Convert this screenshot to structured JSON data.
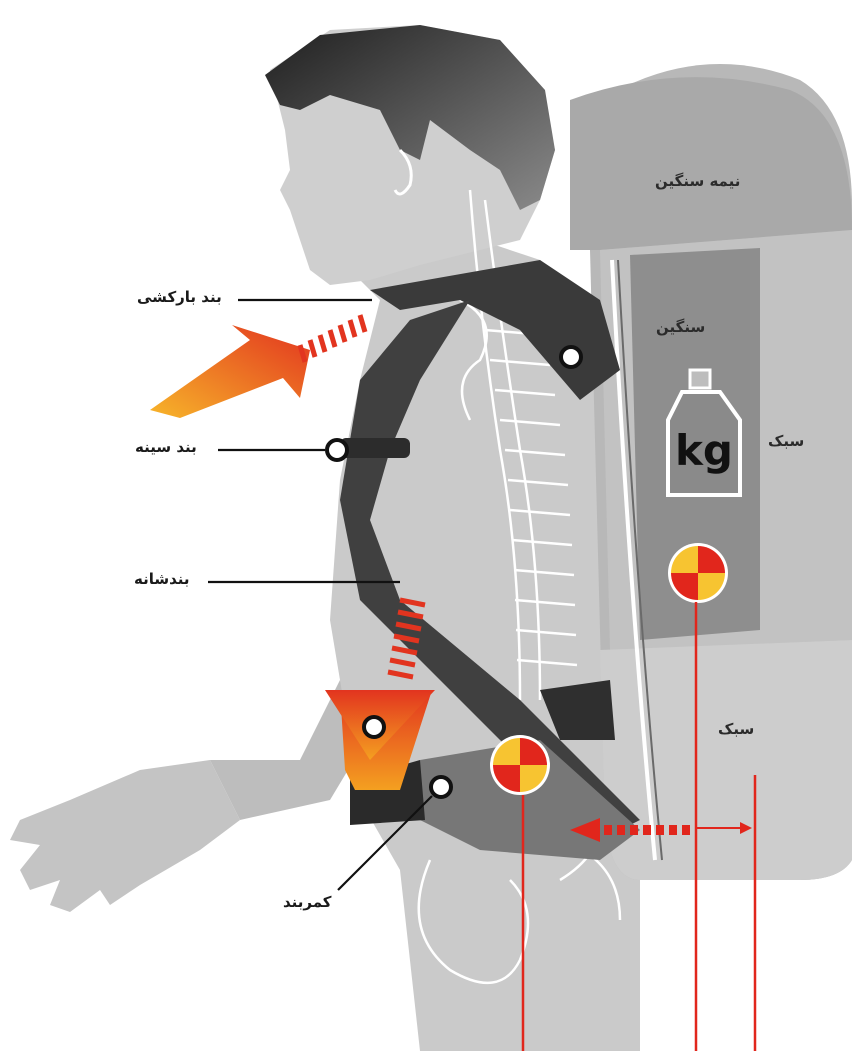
{
  "labels": {
    "top_tension_strap": "بند بارکشی",
    "chest_strap": "بند سینه",
    "shoulder_strap": "بندشانه",
    "hip_belt": "کمربند"
  },
  "backpack_zones": {
    "top": "نیمه سنگین",
    "core": "سنگین",
    "side": "سبک",
    "bottom": "سبک"
  },
  "weight_icon": {
    "text": "kg"
  },
  "colors": {
    "arrow_orange": "#f2a11d",
    "arrow_red": "#e2341f",
    "target_red": "#e1261c",
    "target_yellow": "#f7c431",
    "figure_gray": "#c9c9c9",
    "pack_gray": "#b2b2b2",
    "strap_dark": "#3a3a3a"
  }
}
